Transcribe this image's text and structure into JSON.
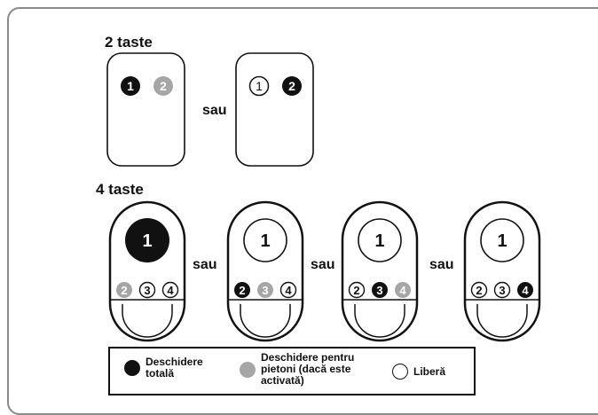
{
  "section_two_keys": {
    "title": "2 taste",
    "separator": "sau"
  },
  "two_key_remotes": [
    {
      "key1": "1",
      "key2": "2"
    },
    {
      "key1": "1",
      "key2": "2"
    }
  ],
  "section_four_keys": {
    "title": "4 taste",
    "separator": "sau"
  },
  "four_key_remotes": [
    {
      "main": "1",
      "k2": "2",
      "k3": "3",
      "k4": "4"
    },
    {
      "main": "1",
      "k2": "2",
      "k3": "3",
      "k4": "4"
    },
    {
      "main": "1",
      "k2": "2",
      "k3": "3",
      "k4": "4"
    },
    {
      "main": "1",
      "k2": "2",
      "k3": "3",
      "k4": "4"
    }
  ],
  "legend": {
    "full_open": {
      "line1": "Deschidere",
      "line2": "totală"
    },
    "pedestrian": {
      "line1": "Deschidere pentru",
      "line2": "pietoni (dacă este",
      "line3": "activată)"
    },
    "free": {
      "line1": "Liberă"
    }
  },
  "colors": {
    "full_open": "#111111",
    "pedestrian": "#a6a6a6",
    "free": "#ffffff",
    "outline": "#111111",
    "frame": "#8a8a8a"
  }
}
